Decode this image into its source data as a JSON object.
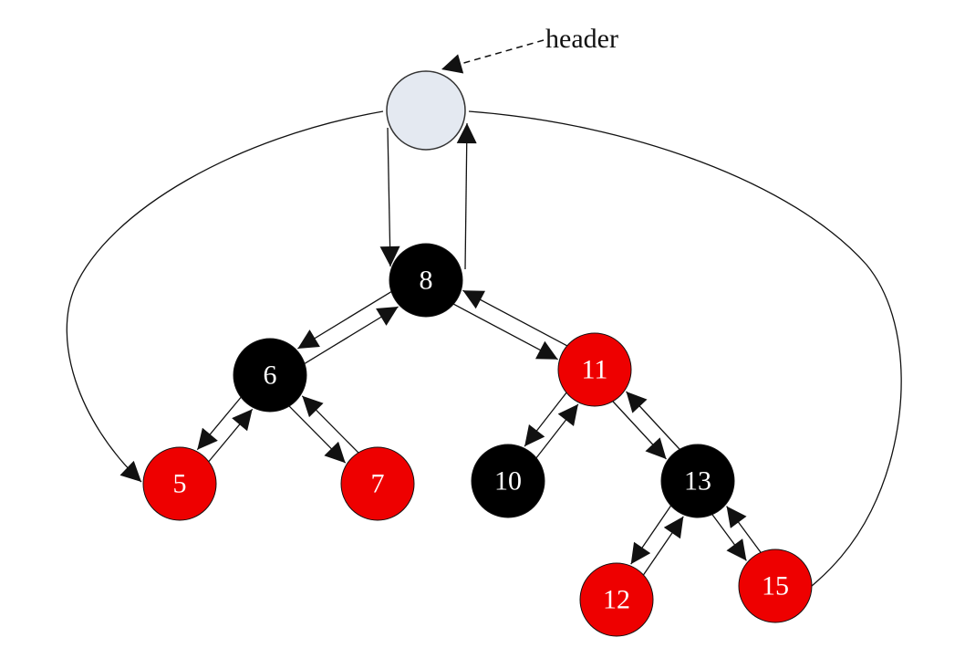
{
  "colors": {
    "red": "#ee0000",
    "black": "#000000",
    "header_fill": "#e4e9f1",
    "header_stroke": "#333333",
    "line": "#111111"
  },
  "header": {
    "label": "header"
  },
  "nodes": [
    {
      "id": "n8",
      "label": "8",
      "color": "black"
    },
    {
      "id": "n6",
      "label": "6",
      "color": "black"
    },
    {
      "id": "n11",
      "label": "11",
      "color": "red"
    },
    {
      "id": "n5",
      "label": "5",
      "color": "red"
    },
    {
      "id": "n7",
      "label": "7",
      "color": "red"
    },
    {
      "id": "n10",
      "label": "10",
      "color": "black"
    },
    {
      "id": "n13",
      "label": "13",
      "color": "black"
    },
    {
      "id": "n12",
      "label": "12",
      "color": "red"
    },
    {
      "id": "n15",
      "label": "15",
      "color": "red"
    }
  ],
  "edges": [
    {
      "from": "header",
      "to": "n8",
      "relation": "parent"
    },
    {
      "from": "n8",
      "to": "header",
      "relation": "parent"
    },
    {
      "from": "n8",
      "to": "n6",
      "relation": "child"
    },
    {
      "from": "n6",
      "to": "n8",
      "relation": "parent"
    },
    {
      "from": "n8",
      "to": "n11",
      "relation": "child"
    },
    {
      "from": "n11",
      "to": "n8",
      "relation": "parent"
    },
    {
      "from": "n6",
      "to": "n5",
      "relation": "child"
    },
    {
      "from": "n5",
      "to": "n6",
      "relation": "parent"
    },
    {
      "from": "n6",
      "to": "n7",
      "relation": "child"
    },
    {
      "from": "n7",
      "to": "n6",
      "relation": "parent"
    },
    {
      "from": "n11",
      "to": "n10",
      "relation": "child"
    },
    {
      "from": "n10",
      "to": "n11",
      "relation": "parent"
    },
    {
      "from": "n11",
      "to": "n13",
      "relation": "child"
    },
    {
      "from": "n13",
      "to": "n11",
      "relation": "parent"
    },
    {
      "from": "n13",
      "to": "n12",
      "relation": "child"
    },
    {
      "from": "n12",
      "to": "n13",
      "relation": "parent"
    },
    {
      "from": "n13",
      "to": "n15",
      "relation": "child"
    },
    {
      "from": "n15",
      "to": "n13",
      "relation": "parent"
    },
    {
      "from": "header",
      "to": "n5",
      "relation": "leftmost"
    },
    {
      "from": "header",
      "to": "n15",
      "relation": "rightmost"
    }
  ]
}
